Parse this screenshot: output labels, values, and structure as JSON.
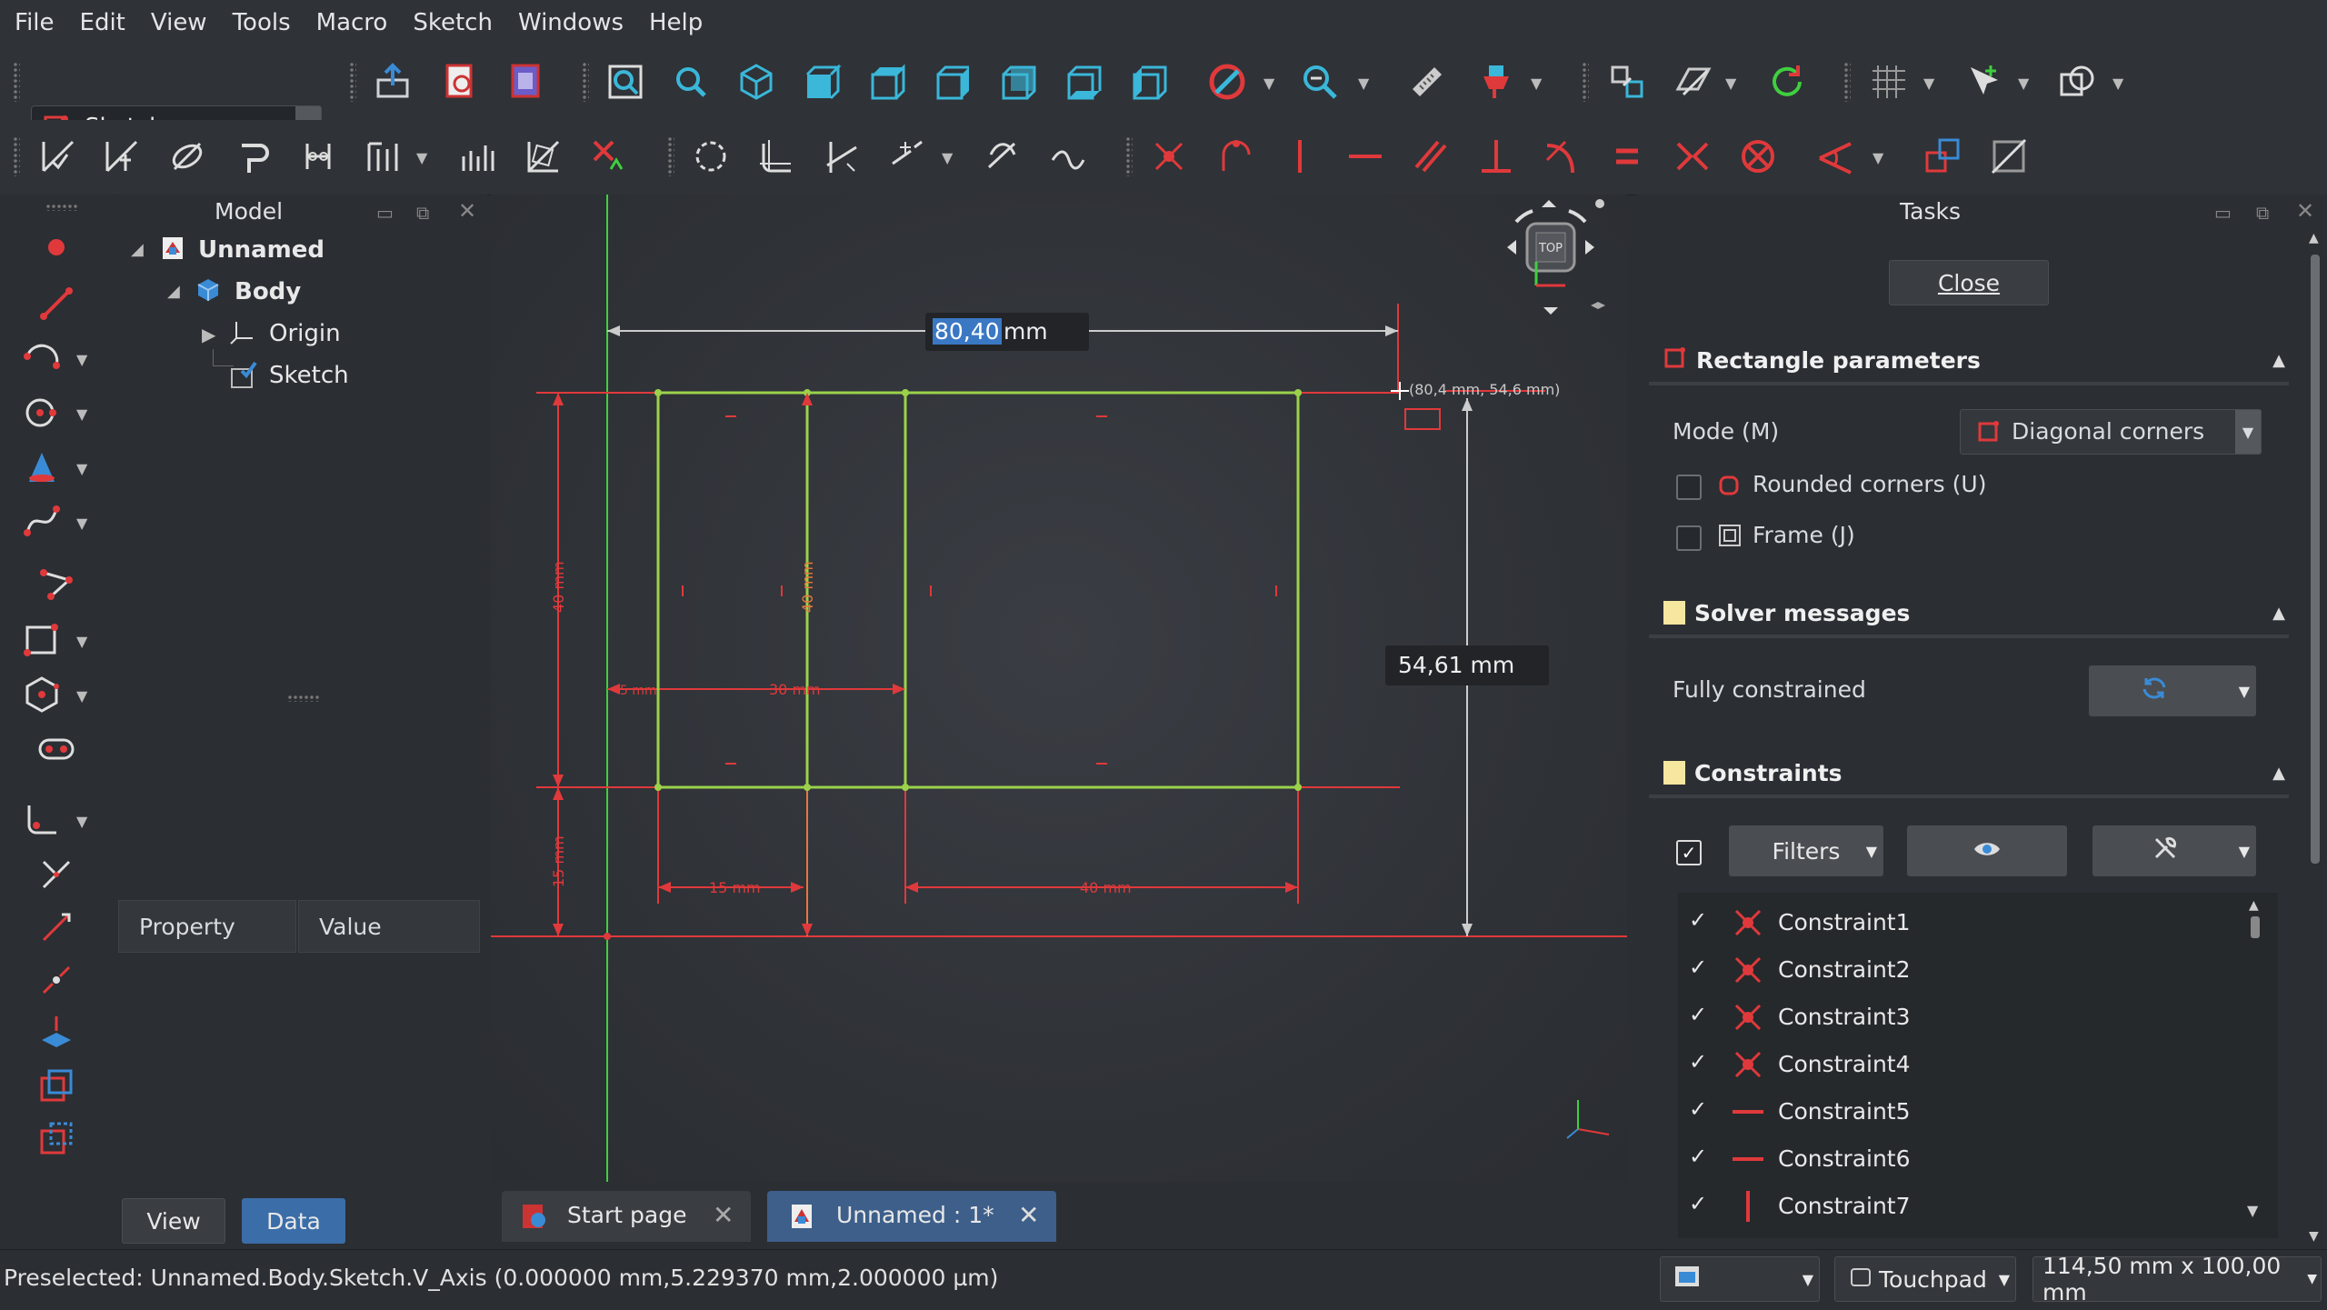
{
  "menu": [
    "File",
    "Edit",
    "View",
    "Tools",
    "Macro",
    "Sketch",
    "Windows",
    "Help"
  ],
  "workbench": {
    "selected": "Sketcher"
  },
  "model_panel": {
    "title": "Model",
    "tree": {
      "root": "Unnamed",
      "body": "Body",
      "origin": "Origin",
      "sketch": "Sketch"
    },
    "property_header": "Property",
    "value_header": "Value",
    "view_button": "View",
    "data_button": "Data"
  },
  "viewport": {
    "navcube_face": "TOP",
    "width_input": "80,40",
    "width_unit": " mm",
    "height_input": "54,61 mm",
    "cursor_coords": "(80,4 mm, 54,6 mm)",
    "dim_30": "30 mm",
    "dim_15": "15 mm",
    "dim_40h": "40 mm",
    "dim_40v": "40 mm",
    "dim_15v": "15 mm",
    "dim_small": "5 mm",
    "dim_mid": "40 mm"
  },
  "tabs": [
    {
      "label": "Start page"
    },
    {
      "label": "Unnamed : 1*"
    }
  ],
  "tasks": {
    "title": "Tasks",
    "close_button": "Close",
    "rect_section": "Rectangle parameters",
    "mode_label": "Mode (M)",
    "mode_value": "Diagonal corners",
    "rounded_label": "Rounded corners (U)",
    "frame_label": "Frame (J)",
    "solver_section": "Solver messages",
    "solver_status": "Fully constrained",
    "constraints_section": "Constraints",
    "filters_button": "Filters",
    "constraints": [
      "Constraint1",
      "Constraint2",
      "Constraint3",
      "Constraint4",
      "Constraint5",
      "Constraint6",
      "Constraint7"
    ]
  },
  "status": {
    "message": "Preselected: Unnamed.Body.Sketch.V_Axis (0.000000 mm,5.229370 mm,2.000000 µm)",
    "nav_style": "Touchpad",
    "dimensions": "114,50 mm x 100,00 mm"
  },
  "colors": {
    "accent": "#3a78c4",
    "constraint_red": "#e0393b",
    "sketch_green": "#9bd24a",
    "axis_green": "#3fcf3f"
  }
}
